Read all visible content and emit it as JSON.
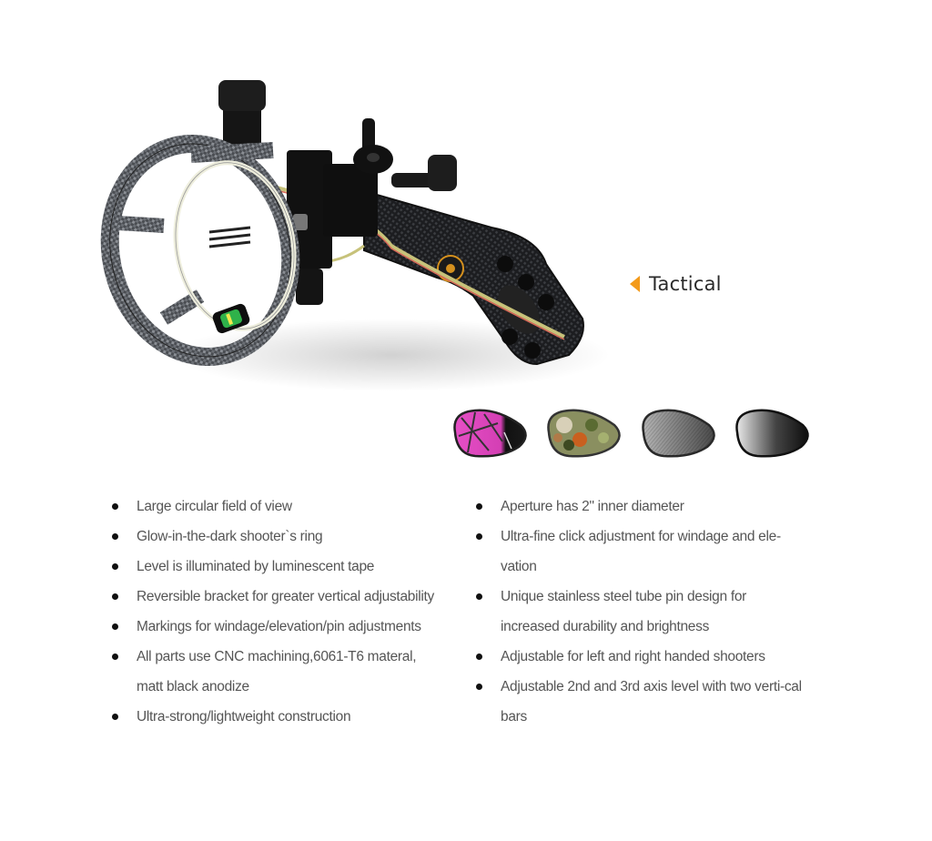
{
  "product": {
    "variant_label": "Tactical",
    "accent_color": "#f39a1a",
    "image_alt": "bow-sight-carbon-fiber-tactical"
  },
  "swatches": [
    {
      "name": "pink-camo",
      "colors": [
        "#e04bc0",
        "#1a1a1a"
      ]
    },
    {
      "name": "woodland-camo",
      "colors": [
        "#7a8a4a",
        "#c55a20"
      ]
    },
    {
      "name": "carbon-grey",
      "colors": [
        "#9a9a9a",
        "#3a3a3a"
      ]
    },
    {
      "name": "black-gradient",
      "colors": [
        "#e0e0e0",
        "#111111"
      ]
    }
  ],
  "features_left": [
    "Large circular field of view",
    "Glow-in-the-dark shooter`s ring",
    "Level is illuminated by luminescent tape",
    "Reversible bracket for greater vertical adjustability",
    "Markings for windage/elevation/pin adjustments",
    "All parts use CNC machining,6061-T6 materal, matt black anodize",
    "Ultra-strong/lightweight construction"
  ],
  "features_right": [
    "Aperture has 2\" inner diameter",
    "Ultra-fine click adjustment for windage and ele-vation",
    "Unique stainless steel tube pin design for increased durability and brightness",
    "Adjustable for left and right handed shooters",
    "Adjustable 2nd and 3rd axis level with two verti-cal bars"
  ]
}
